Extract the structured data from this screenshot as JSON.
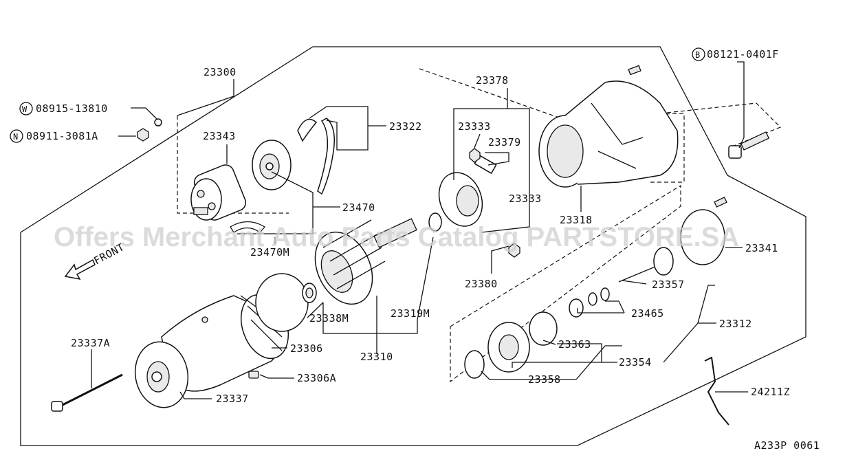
{
  "diagram": {
    "code": "A233P 0061",
    "watermark": "Offers Merchant Auto Parts Catalog PARTSTORE.SA",
    "front_label": "FRONT",
    "parts": {
      "p23300": "23300",
      "p08915": "08915-13810",
      "p08915_prefix": "W",
      "p08911": "08911-3081A",
      "p08911_prefix": "N",
      "p23343": "23343",
      "p23322": "23322",
      "p23470": "23470",
      "p23470M": "23470M",
      "p23378": "23378",
      "p23333a": "23333",
      "p23379": "23379",
      "p23333b": "23333",
      "p23380": "23380",
      "p23318": "23318",
      "p08121": "08121-0401F",
      "p08121_prefix": "B",
      "p23341": "23341",
      "p23357": "23357",
      "p23465": "23465",
      "p23312": "23312",
      "p23363": "23363",
      "p23354": "23354",
      "p23358": "23358",
      "p24211Z": "24211Z",
      "p23337A": "23337A",
      "p23306": "23306",
      "p23306A": "23306A",
      "p23337": "23337",
      "p23338M": "23338M",
      "p23319M": "23319M",
      "p23310": "23310"
    }
  }
}
